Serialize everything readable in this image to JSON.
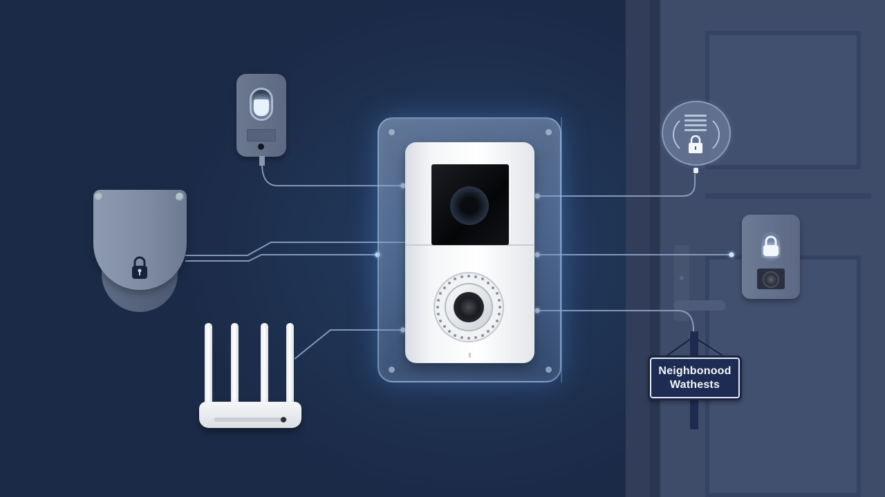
{
  "scene": {
    "title": "Smart doorbell connected home security illustration",
    "background_color": "#1c2a45",
    "accent_glow_color": "#6fb0ff"
  },
  "central_device": {
    "name": "video-doorbell",
    "icons": [
      "camera-lens-icon",
      "camera-lens-icon",
      "led-ring-icon"
    ]
  },
  "connected_devices": [
    {
      "name": "motion-sensor",
      "icon": "sensor-light-icon",
      "side": "left"
    },
    {
      "name": "security-shield",
      "icon": "padlock-icon",
      "side": "left"
    },
    {
      "name": "wifi-router",
      "icon": "router-icon",
      "side": "left"
    },
    {
      "name": "secure-badge",
      "icon": "padlock-icon",
      "side": "right"
    },
    {
      "name": "smart-lock-keypad",
      "icon": "padlock-icon",
      "side": "right"
    }
  ],
  "sign": {
    "line1": "Neighbonood",
    "line2": "Wathests"
  }
}
